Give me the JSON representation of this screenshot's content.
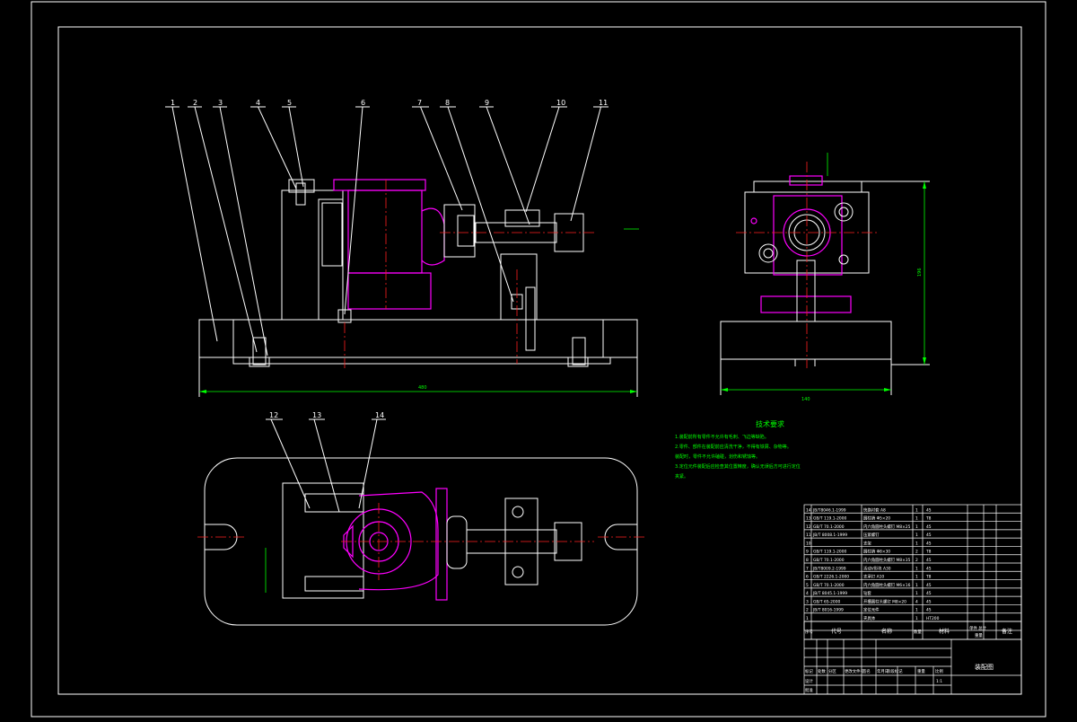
{
  "balloons": [
    "1",
    "2",
    "3",
    "4",
    "5",
    "6",
    "7",
    "8",
    "9",
    "10",
    "11"
  ],
  "top_balloons": [
    "12",
    "13",
    "14"
  ],
  "dimensions": {
    "overall_length": "480",
    "side_width": "140",
    "side_height": "196"
  },
  "tech_req": {
    "title": "技术要求",
    "lines": [
      "1.装配前所有零件不允许有毛刺、飞边等缺陷。",
      "2.零件、部件在装配前应清洗干净，不得有铁屑、杂物等。",
      "   装配时，零件不允许磕碰，划伤和锈蚀等。",
      "3.定位元件装配后应检查其位置精度，确认无误后方可进行定位",
      "   夹紧。"
    ]
  },
  "bom": [
    {
      "no": "14",
      "code": "JB/T8046.1-1999",
      "name": "快换衬套 A8",
      "qty": "1",
      "mat": "45",
      "note": ""
    },
    {
      "no": "13",
      "code": "GB/T 119.1-2000",
      "name": "圆柱销 Φ5×20",
      "qty": "1",
      "mat": "T8",
      "note": ""
    },
    {
      "no": "12",
      "code": "GB/T 70.1-2000",
      "name": "内六角圆柱头螺钉 M8×25",
      "qty": "1",
      "mat": "45",
      "note": ""
    },
    {
      "no": "11",
      "code": "JB/T 8008.1-1999",
      "name": "压紧螺钉",
      "qty": "1",
      "mat": "45",
      "note": ""
    },
    {
      "no": "10",
      "code": "",
      "name": "支架",
      "qty": "1",
      "mat": "45",
      "note": ""
    },
    {
      "no": "9",
      "code": "GB/T 119.1-2000",
      "name": "圆柱销 Φ8×30",
      "qty": "2",
      "mat": "T8",
      "note": ""
    },
    {
      "no": "8",
      "code": "GB/T 70.1-2000",
      "name": "内六角圆柱头螺钉 M8×35",
      "qty": "2",
      "mat": "45",
      "note": ""
    },
    {
      "no": "7",
      "code": "JB/T8009.2-1999",
      "name": "活动V形块 A30",
      "qty": "1",
      "mat": "45",
      "note": ""
    },
    {
      "no": "6",
      "code": "GB/T 2226.1-2000",
      "name": "支承钉 A10",
      "qty": "1",
      "mat": "T8",
      "note": ""
    },
    {
      "no": "5",
      "code": "GB/T 70.1-2000",
      "name": "内六角圆柱头螺钉 M6×16",
      "qty": "1",
      "mat": "45",
      "note": ""
    },
    {
      "no": "4",
      "code": "JB/T 8045.1-1999",
      "name": "钻套",
      "qty": "1",
      "mat": "45",
      "note": ""
    },
    {
      "no": "3",
      "code": "GB/T 65-2000",
      "name": "开槽圆柱头螺钉 M8×20",
      "qty": "4",
      "mat": "45",
      "note": ""
    },
    {
      "no": "2",
      "code": "JB/T 8016-1999",
      "name": "定位元件",
      "qty": "1",
      "mat": "45",
      "note": ""
    },
    {
      "no": "1",
      "code": "",
      "name": "夹具体",
      "qty": "1",
      "mat": "HT200",
      "note": ""
    }
  ],
  "bom_header": {
    "no": "序号",
    "code": "代号",
    "name": "名称",
    "qty": "数量",
    "mat": "材料",
    "weight": "单件 总计",
    "weight_sub": "重量",
    "note": "备注"
  },
  "title_block": {
    "drawing_name": "装配图",
    "scale": "1:1",
    "row_labels": [
      "标记",
      "处数",
      "分区",
      "更改文件号",
      "签名",
      "年月日"
    ],
    "stage_labels": [
      "阶段标记",
      "重量",
      "比例"
    ],
    "design": "设计",
    "approve": "批准"
  },
  "colors": {
    "background": "#000000",
    "outline": "#ffffff",
    "workpiece": "#ff00ff",
    "centerline": "#ff2020",
    "dimension": "#00ff00",
    "hatch": "#c8c8c8"
  }
}
